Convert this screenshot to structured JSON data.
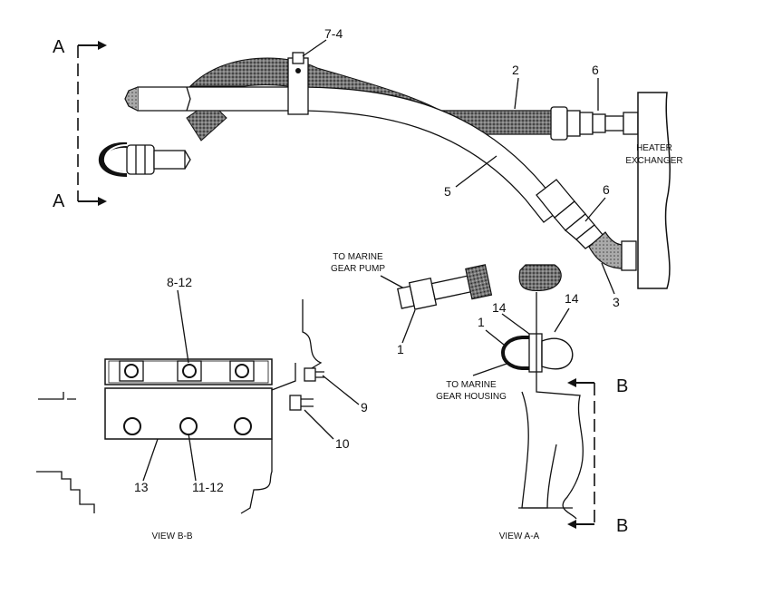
{
  "labels": {
    "section_a": "A",
    "section_b": "B",
    "heater_exchanger": [
      "HEATER",
      "EXCHANGER"
    ],
    "to_marine_gear_pump": [
      "TO MARINE",
      "GEAR PUMP"
    ],
    "to_marine_gear_housing": [
      "TO MARINE",
      "GEAR HOUSING"
    ],
    "view_bb": "VIEW B-B",
    "view_aa": "VIEW A-A"
  },
  "callouts": {
    "c7_4": "7-4",
    "c2": "2",
    "c6_top": "6",
    "c6_mid": "6",
    "c5": "5",
    "c3": "3",
    "c8_12": "8-12",
    "c1_pump": "1",
    "c1_housing": "1",
    "c14_left": "14",
    "c14_right": "14",
    "c9": "9",
    "c10": "10",
    "c13": "13",
    "c11_12": "11-12"
  }
}
